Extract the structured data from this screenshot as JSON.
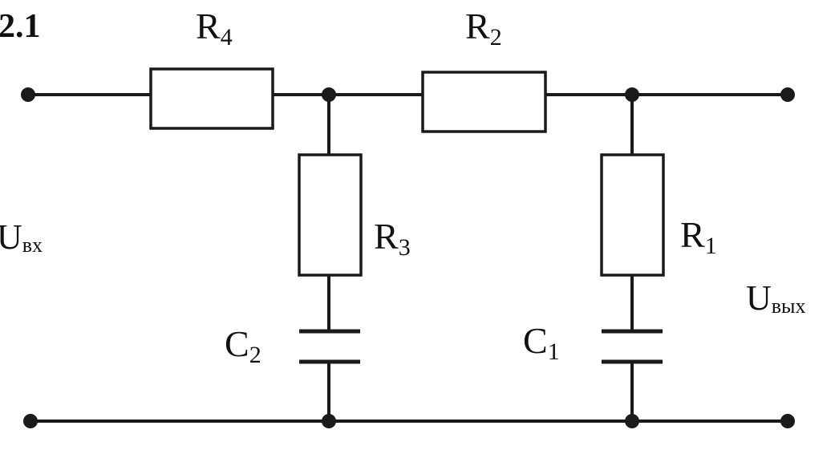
{
  "figure": {
    "number": "2.1"
  },
  "components": {
    "R4": {
      "letter": "R",
      "index": "4"
    },
    "R2": {
      "letter": "R",
      "index": "2"
    },
    "R3": {
      "letter": "R",
      "index": "3"
    },
    "R1": {
      "letter": "R",
      "index": "1"
    },
    "C2": {
      "letter": "C",
      "index": "2"
    },
    "C1": {
      "letter": "C",
      "index": "1"
    }
  },
  "ports": {
    "input": {
      "letter": "U",
      "sub": "вх"
    },
    "output": {
      "letter": "U",
      "sub": "вых"
    }
  },
  "colors": {
    "ink": "#1a1a1a",
    "background": "#ffffff"
  }
}
